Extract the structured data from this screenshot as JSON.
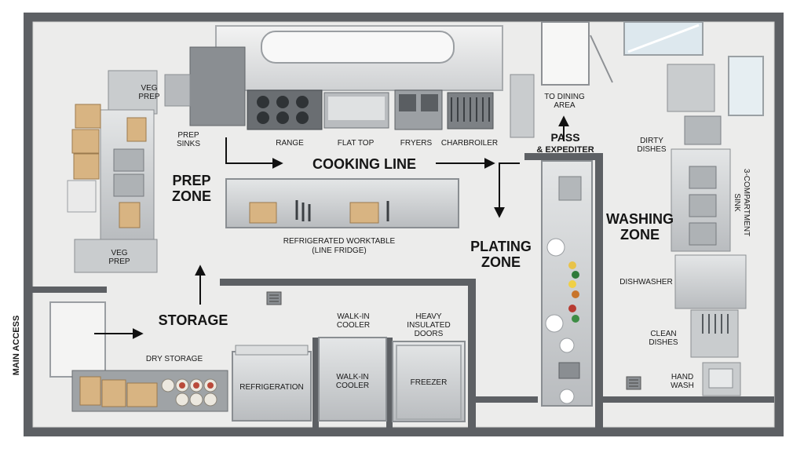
{
  "zones": {
    "prep_line1": "PREP",
    "prep_line2": "ZONE",
    "cooking_line": "COOKING LINE",
    "plating_line1": "PLATING",
    "plating_line2": "ZONE",
    "washing_line1": "WASHING",
    "washing_line2": "ZONE",
    "storage": "STORAGE",
    "pass_line1": "PASS",
    "pass_line2": "& EXPEDITER"
  },
  "labels": {
    "veg_prep_top_1": "VEG",
    "veg_prep_top_2": "PREP",
    "prep_sinks_1": "PREP",
    "prep_sinks_2": "SINKS",
    "veg_prep_bottom_1": "VEG",
    "veg_prep_bottom_2": "PREP",
    "range": "RANGE",
    "flat_top": "FLAT TOP",
    "fryers": "FRYERS",
    "charbroiler": "CHARBROILER",
    "to_dining_1": "TO DINING",
    "to_dining_2": "AREA",
    "worktable_1": "REFRIGERATED WORKTABLE",
    "worktable_2": "(LINE FRIDGE)",
    "dirty_dishes_1": "DIRTY",
    "dirty_dishes_2": "DISHES",
    "three_comp_1": "3-COMPARTMENT",
    "three_comp_2": "SINK",
    "dishwasher": "DISHWASHER",
    "clean_dishes_1": "CLEAN",
    "clean_dishes_2": "DISHES",
    "hand_wash_1": "HAND",
    "hand_wash_2": "WASH",
    "dry_storage": "DRY STORAGE",
    "refrigeration": "REFRIGERATION",
    "walk_in_label_1": "WALK-IN",
    "walk_in_label_2": "COOLER",
    "walk_in_box_1": "WALK-IN",
    "walk_in_box_2": "COOLER",
    "heavy_doors_1": "HEAVY",
    "heavy_doors_2": "INSULATED",
    "heavy_doors_3": "DOORS",
    "freezer": "FREEZER",
    "main_access": "MAIN ACCESS"
  },
  "colors": {
    "wall": "#5d6064",
    "floor": "#ececeb",
    "steel": "#c9ccce",
    "steel_dark": "#9a9ea2",
    "box": "#d8b482",
    "text": "#151515"
  }
}
